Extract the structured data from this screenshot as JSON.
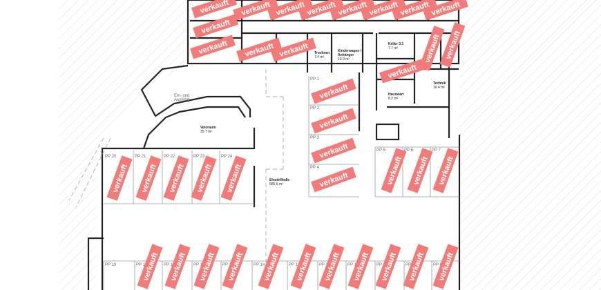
{
  "plan": {
    "stamp_text": "verkauft",
    "stamp_color": "#f07b78",
    "rooms": [
      {
        "name": "Ein- und",
        "name2": "Ausfahrt",
        "area": ""
      },
      {
        "name": "Veloraum",
        "area": "35.7 m²"
      },
      {
        "name": "Einstellhalle",
        "area": "685.6 m²"
      },
      {
        "name": "Trocknen",
        "area": "7.4 m²"
      },
      {
        "name": "Kinderwagen /",
        "name2": "Anhänger",
        "area": "10.0 m²"
      },
      {
        "name": "Keller 3.1",
        "area": "7.7 m²"
      },
      {
        "name": "Technik",
        "area": "16.4 m²"
      },
      {
        "name": "Hauswart",
        "area": "8.2 m²"
      }
    ],
    "parking": [
      "PP 1",
      "PP 2",
      "PP 3",
      "PP 4",
      "PP 5",
      "PP 6",
      "PP 7",
      "PP 8",
      "PP 9",
      "PP 10",
      "PP 11",
      "PP 12",
      "PP 13",
      "PP 14",
      "PP 15",
      "PP 16",
      "PP 17",
      "PP 18",
      "PP 19",
      "PP 20",
      "PP 21",
      "PP 22",
      "PP 23",
      "PP 24"
    ]
  }
}
